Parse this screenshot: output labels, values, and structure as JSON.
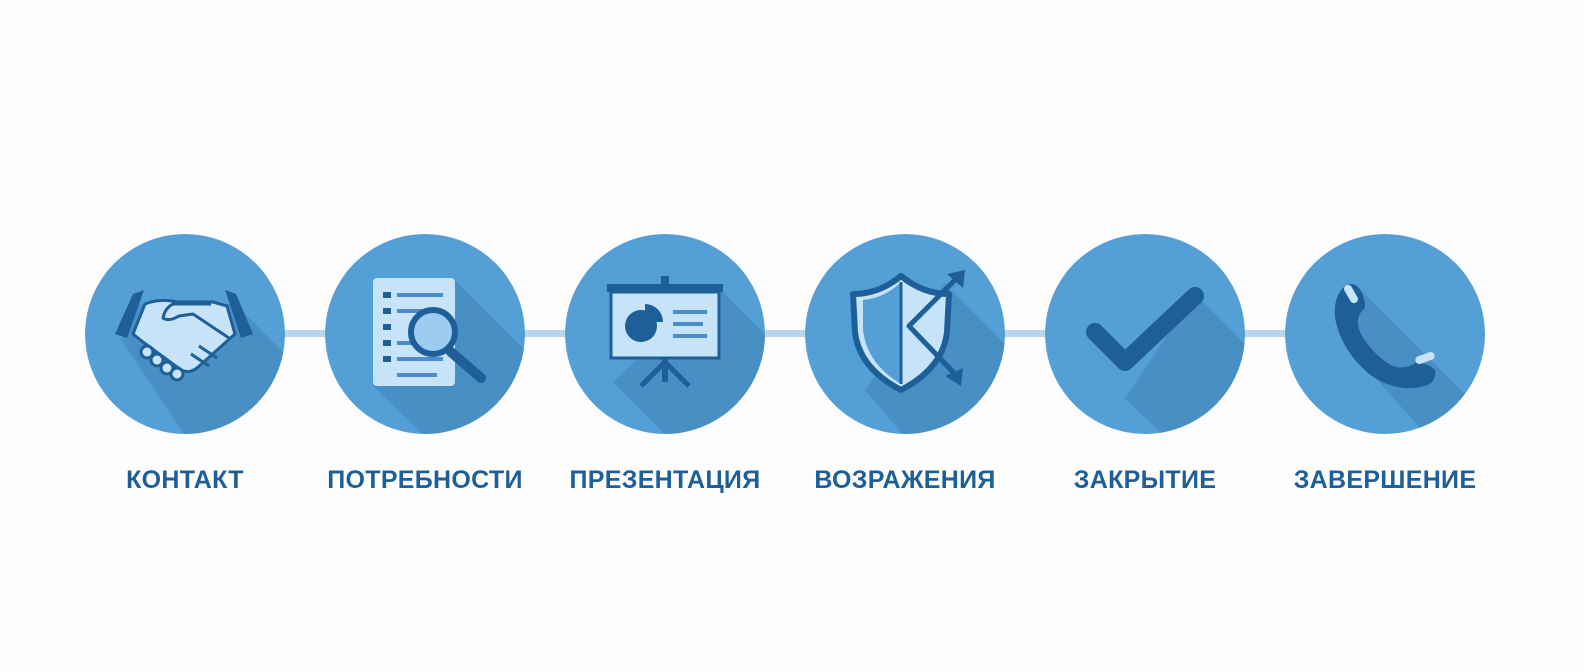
{
  "colors": {
    "circle": "#539fd6",
    "shadow": "#3f81b5",
    "dark": "#1e5f9a",
    "light": "#c6e3f7",
    "white": "#ffffff",
    "connector": "#b4d6ee",
    "label": "#1f5f99"
  },
  "steps": [
    {
      "label": "КОНТАКТ",
      "icon": "handshake-icon"
    },
    {
      "label": "ПОТРЕБНОСТИ",
      "icon": "document-search-icon"
    },
    {
      "label": "ПРЕЗЕНТАЦИЯ",
      "icon": "presentation-board-icon"
    },
    {
      "label": "ВОЗРАЖЕНИЯ",
      "icon": "shield-arrow-icon"
    },
    {
      "label": "ЗАКРЫТИЕ",
      "icon": "checkmark-icon"
    },
    {
      "label": "ЗАВЕРШЕНИЕ",
      "icon": "phone-icon"
    }
  ]
}
